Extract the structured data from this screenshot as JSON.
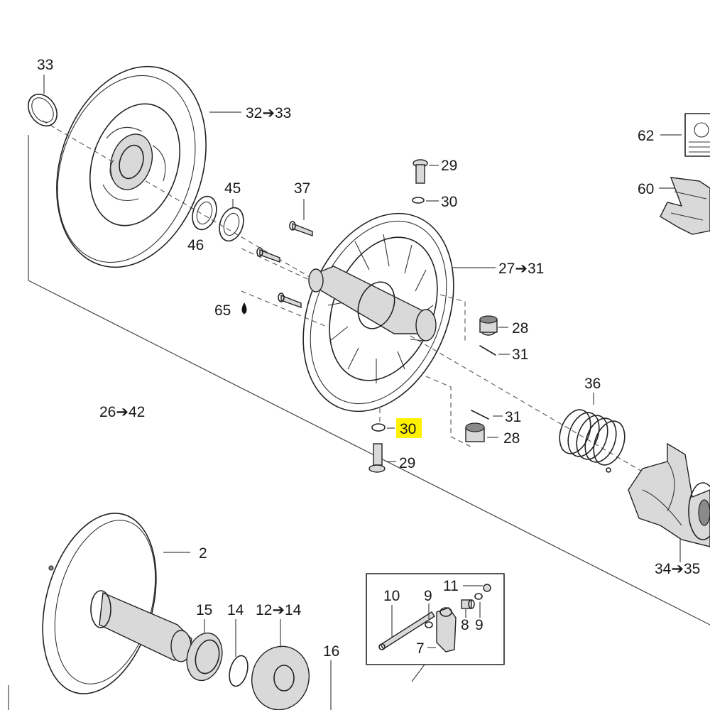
{
  "highlight_color": "#fff200",
  "labels": {
    "l33": "33",
    "l32_33": "32➔33",
    "l45": "45",
    "l46": "46",
    "l37": "37",
    "l29_top": "29",
    "l30_top": "30",
    "l62": "62",
    "l60": "60",
    "l27_31": "27➔31",
    "l65": "65",
    "l28_top": "28",
    "l31_top": "31",
    "l36": "36",
    "l26_42": "26➔42",
    "l31_mid": "31",
    "l30_highlighted": "30",
    "l28_bot": "28",
    "l29_bot": "29",
    "l2": "2",
    "l34_35": "34➔35",
    "l10": "10",
    "l9_left": "9",
    "l11": "11",
    "l8": "8",
    "l9_right": "9",
    "l7": "7",
    "l15": "15",
    "l14": "14",
    "l12_14": "12➔14",
    "l16": "16"
  }
}
